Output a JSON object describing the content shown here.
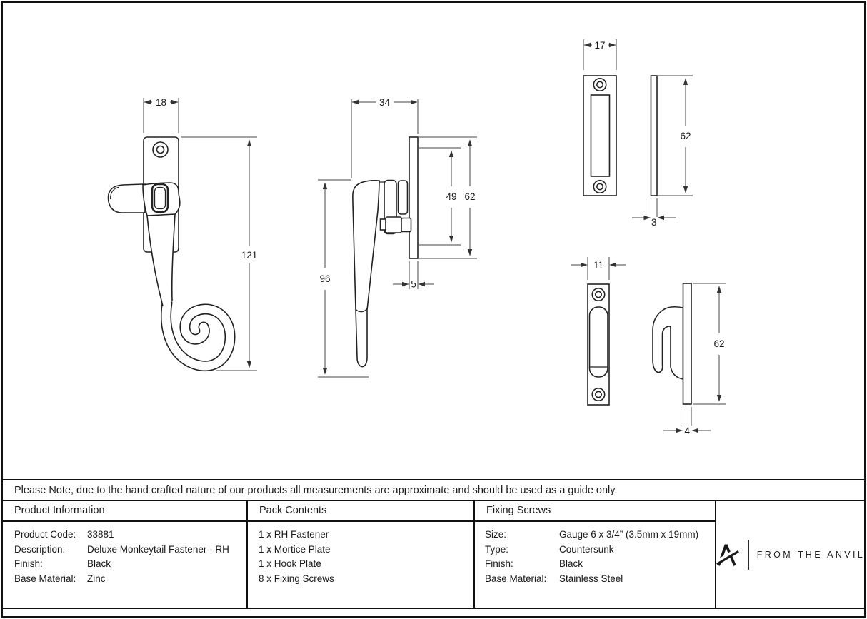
{
  "note": "Please Note, due to the hand crafted nature of our products all measurements are approximate and should be used as a guide only.",
  "drawings": {
    "fastener_front": {
      "width": "18",
      "height": "121"
    },
    "fastener_side": {
      "width": "34",
      "handle_height": "96",
      "inner_height": "49",
      "height": "62",
      "plate_thickness": "5"
    },
    "mortice_plate": {
      "width": "17",
      "height": "62",
      "thickness": "3"
    },
    "hook_plate": {
      "width": "11",
      "height": "62",
      "thickness": "4"
    }
  },
  "table": {
    "product_information": {
      "header": "Product Information",
      "rows": [
        {
          "label": "Product Code:",
          "value": "33881"
        },
        {
          "label": "Description:",
          "value": "Deluxe Monkeytail Fastener - RH"
        },
        {
          "label": "Finish:",
          "value": "Black"
        },
        {
          "label": "Base Material:",
          "value": "Zinc"
        }
      ]
    },
    "pack_contents": {
      "header": "Pack Contents",
      "items": [
        "1 x RH Fastener",
        "1 x Mortice Plate",
        "1 x Hook Plate",
        "8 x Fixing Screws"
      ]
    },
    "fixing_screws": {
      "header": "Fixing Screws",
      "rows": [
        {
          "label": "Size:",
          "value": "Gauge 6 x 3/4” (3.5mm x 19mm)"
        },
        {
          "label": "Type:",
          "value": "Countersunk"
        },
        {
          "label": "Finish:",
          "value": "Black"
        },
        {
          "label": "Base Material:",
          "value": "Stainless Steel"
        }
      ]
    }
  },
  "brand": {
    "name": "FROM THE ANVIL"
  },
  "colors": {
    "outline": "#222222",
    "dimension_line": "#444444",
    "border": "#111111",
    "background": "#ffffff"
  }
}
